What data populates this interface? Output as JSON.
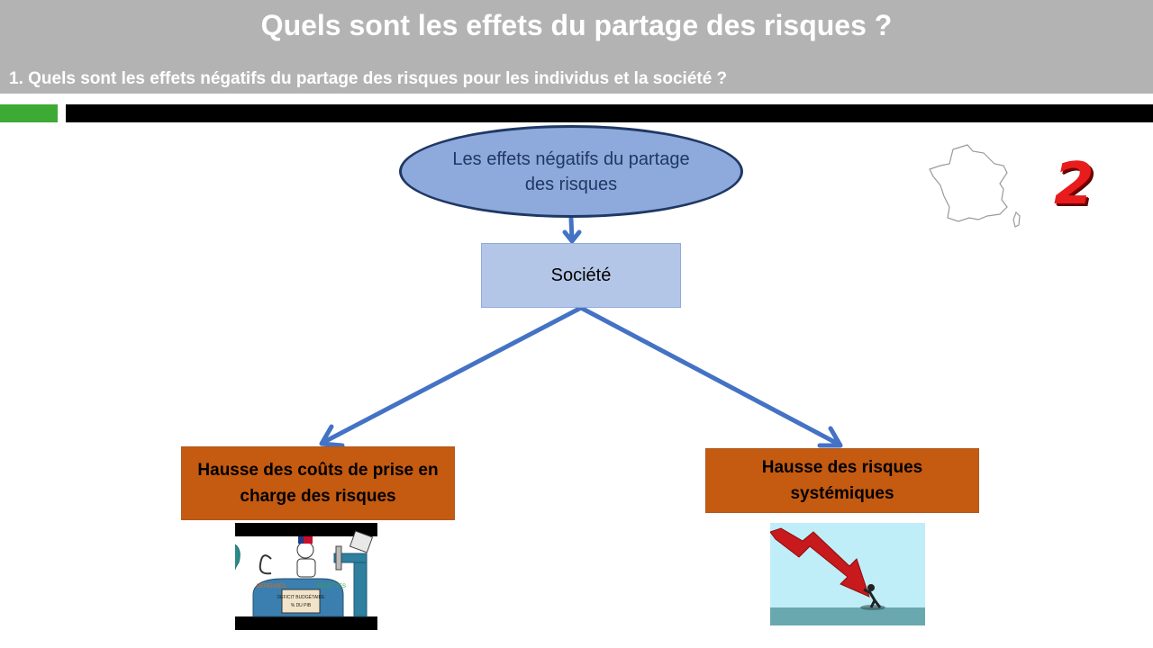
{
  "header": {
    "title": "Quels sont les effets du partage des risques ?",
    "subtitle": "1. Quels sont les effets négatifs du partage des risques pour les individus et la société ?"
  },
  "progress_bar": {
    "green_color": "#3daa35",
    "black_color": "#000000"
  },
  "diagram": {
    "root": {
      "label": "Les effets négatifs du partage des risques"
    },
    "middle": {
      "label": "Société"
    },
    "children": [
      {
        "label": "Hausse des coûts de prise en charge des risques"
      },
      {
        "label": "Hausse des risques systémiques"
      }
    ]
  },
  "corner": {
    "map_icon": "france-map-icon",
    "number": "2"
  },
  "illustrations": {
    "left": {
      "icon": "budget-tank-cartoon",
      "labels": [
        "DÉPENSES",
        "RECETTES",
        "DÉFICIT BUDGÉTAIRE",
        "% DU PIB"
      ]
    },
    "right": {
      "icon": "falling-red-arrow-illustration"
    }
  },
  "colors": {
    "ellipse_fill": "#8ea9db",
    "ellipse_border": "#1f3864",
    "societe_fill": "#b4c6e7",
    "orange_fill": "#c55a11",
    "arrow": "#4472c4"
  }
}
